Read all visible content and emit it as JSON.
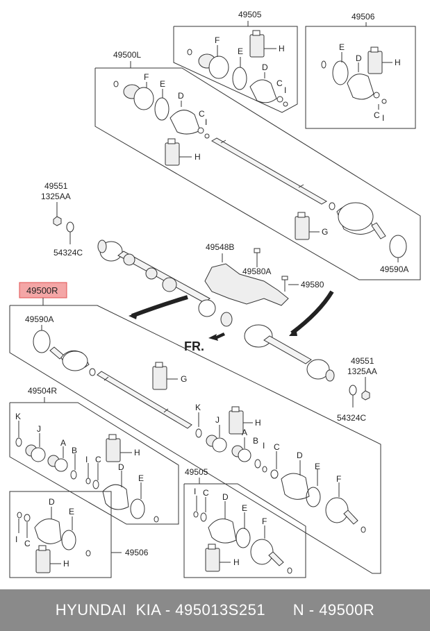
{
  "labels": {
    "p49505_top": "49505",
    "p49506_top": "49506",
    "p49500L": "49500L",
    "p49551_top": "49551",
    "p1325AA_top": "1325AA",
    "p54324C_top": "54324C",
    "p49548B": "49548B",
    "p49580A": "49580A",
    "p49580": "49580",
    "p49590A_top": "49590A",
    "p49500R": "49500R",
    "p49590A_left": "49590A",
    "FR": "FR.",
    "p49551_right": "49551",
    "p1325AA_right": "1325AA",
    "p54324C_right": "54324C",
    "p49504R": "49504R",
    "p49505_bottom": "49505",
    "p49506_bottom": "49506",
    "F": "F",
    "E": "E",
    "D": "D",
    "C": "C",
    "I": "I",
    "H": "H",
    "G": "G",
    "K": "K",
    "J": "J",
    "A": "A",
    "B": "B"
  },
  "colors": {
    "highlight_fill": "#f4a6a6",
    "highlight_border": "#e05050",
    "footer_bg": "#8a8a8a",
    "footer_text": "#ffffff"
  },
  "footer": {
    "brand": "HYUNDAI  KIA - 495013S251",
    "part": "N - 49500R"
  }
}
